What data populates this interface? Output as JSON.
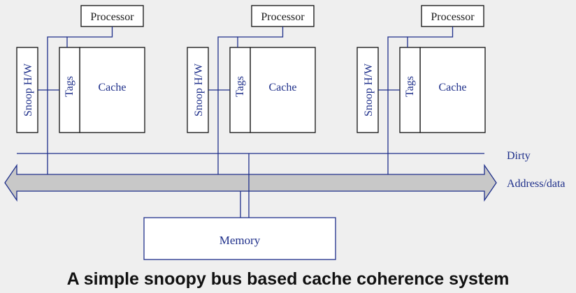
{
  "nodes": [
    {
      "processor_label": "Processor",
      "snoop_label": "Snoop H/W",
      "tags_label": "Tags",
      "cache_label": "Cache"
    },
    {
      "processor_label": "Processor",
      "snoop_label": "Snoop H/W",
      "tags_label": "Tags",
      "cache_label": "Cache"
    },
    {
      "processor_label": "Processor",
      "snoop_label": "Snoop H/W",
      "tags_label": "Tags",
      "cache_label": "Cache"
    }
  ],
  "bus": {
    "dirty_label": "Dirty",
    "address_label": "Address/data"
  },
  "memory": {
    "label": "Memory"
  },
  "caption": "A simple snoopy bus based cache coherence system",
  "colors": {
    "line_blue": "#1e2f8a",
    "box_black": "#111111",
    "bus_fill": "#c8c8c8",
    "bus_stroke": "#1e2f8a",
    "background": "#efefef"
  }
}
